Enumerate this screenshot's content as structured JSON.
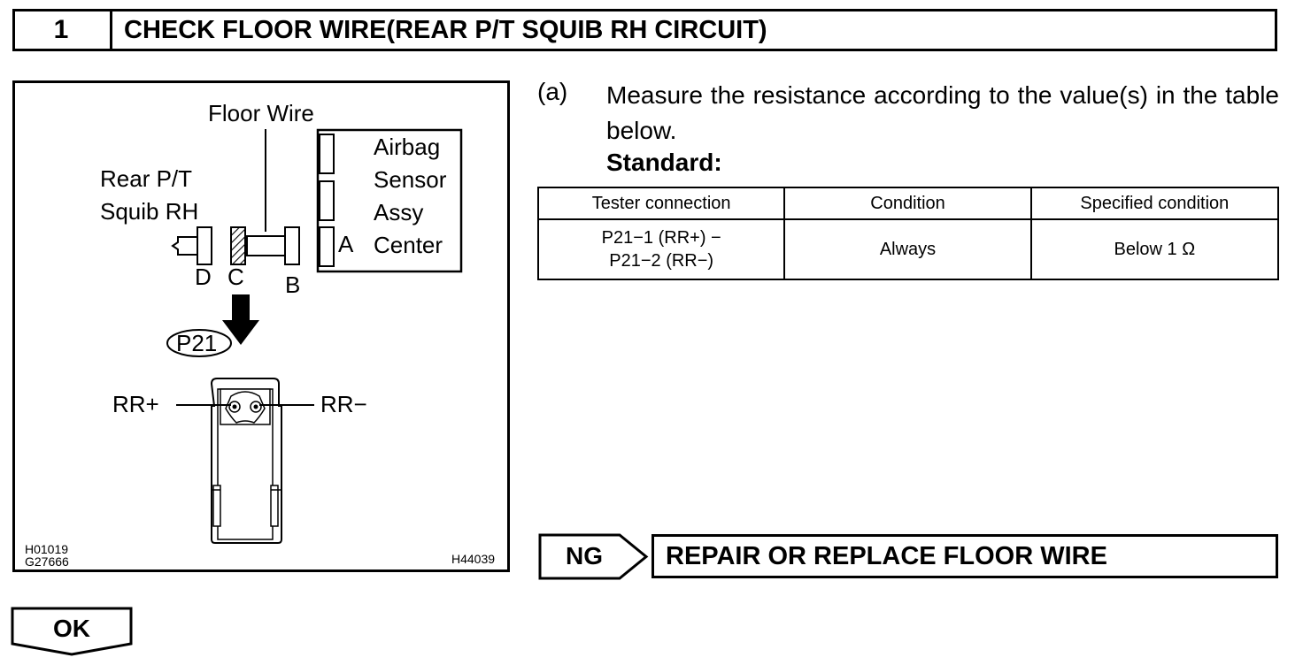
{
  "header": {
    "number": "1",
    "title": "CHECK FLOOR WIRE(REAR P/T SQUIB RH CIRCUIT)"
  },
  "figure": {
    "floor_wire_label": "Floor Wire",
    "airbag_label_1": "Airbag",
    "airbag_label_2": "Sensor",
    "airbag_label_3": "Assy",
    "airbag_label_4": "Center",
    "squib_label_1": "Rear P/T",
    "squib_label_2": "Squib RH",
    "conn_a": "A",
    "conn_b": "B",
    "conn_c": "C",
    "conn_d": "D",
    "connector_id": "P21",
    "pin_plus": "RR+",
    "pin_minus": "RR−",
    "code_1": "H01019",
    "code_2": "G27666",
    "code_3": "H44039"
  },
  "step": {
    "letter": "(a)",
    "text": "Measure the resistance according to the value(s) in the table below.",
    "standard": "Standard:"
  },
  "table": {
    "headers": [
      "Tester connection",
      "Condition",
      "Specified condition"
    ],
    "rows": [
      {
        "connection_line1": "P21−1 (RR+) −",
        "connection_line2": "P21−2 (RR−)",
        "condition": "Always",
        "specified": "Below 1 Ω"
      }
    ]
  },
  "result_ng": {
    "label": "NG",
    "action": "REPAIR OR REPLACE FLOOR WIRE"
  },
  "result_ok": {
    "label": "OK"
  }
}
